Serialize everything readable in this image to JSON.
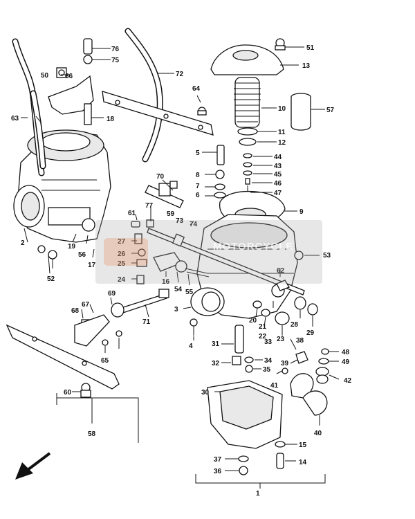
{
  "diagram": {
    "kind": "exploded-parts-diagram",
    "watermark_text": "MOTORCYCLE",
    "callouts": [
      "1",
      "2",
      "3",
      "4",
      "5",
      "6",
      "7",
      "8",
      "9",
      "10",
      "11",
      "12",
      "13",
      "14",
      "15",
      "16",
      "17",
      "18",
      "19",
      "20",
      "21",
      "22",
      "23",
      "24",
      "25",
      "26",
      "27",
      "28",
      "29",
      "30",
      "31",
      "32",
      "33",
      "34",
      "35",
      "36",
      "37",
      "38",
      "39",
      "40",
      "41",
      "42",
      "43",
      "44",
      "45",
      "46",
      "47",
      "48",
      "49",
      "50",
      "51",
      "52",
      "53",
      "54",
      "55",
      "56",
      "57",
      "58",
      "59",
      "60",
      "61",
      "62",
      "63",
      "64",
      "65",
      "66",
      "67",
      "68",
      "69",
      "70",
      "71",
      "72",
      "73",
      "74",
      "75",
      "76",
      "77"
    ],
    "icons": [
      "front-direction-arrow-icon"
    ]
  }
}
